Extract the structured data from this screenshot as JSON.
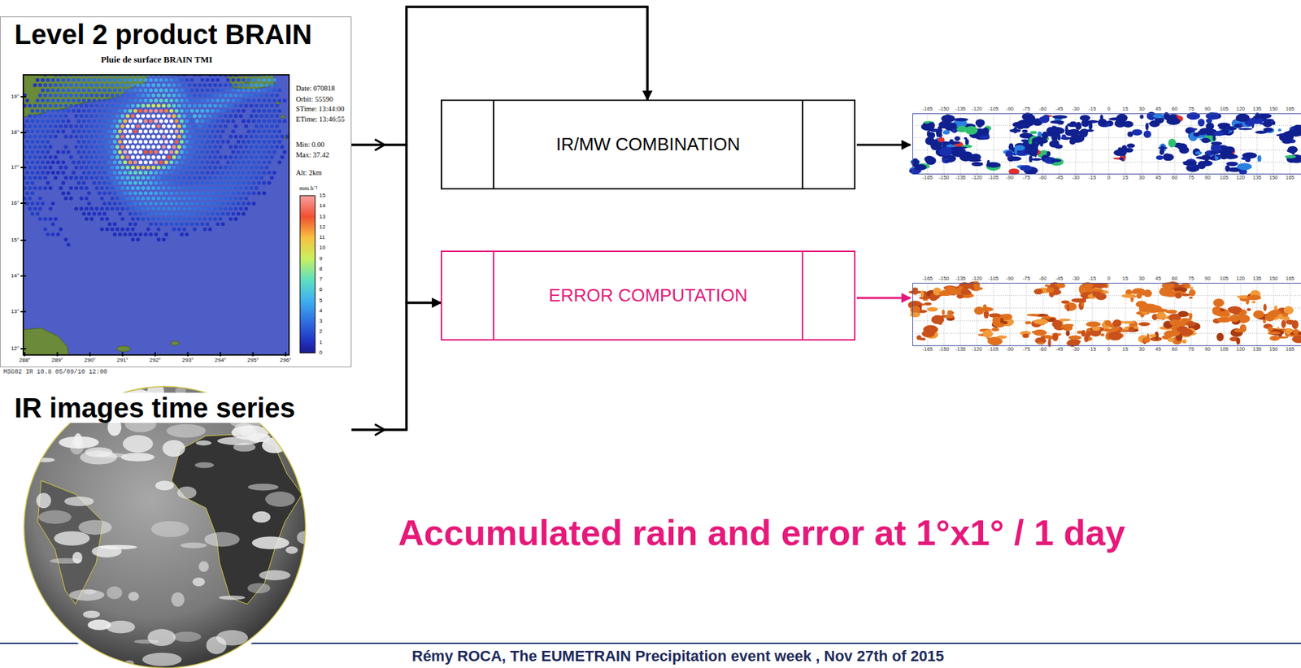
{
  "diagram": {
    "caption": "Accumulated rain and error at 1°x1° / 1 day",
    "nodes": [
      {
        "text": [
          "Level 2 product BRAIN"
        ]
      },
      {
        "text": [
          "IR images time series"
        ]
      },
      {
        "text": [
          "IR/MW COMBINATION"
        ]
      },
      {
        "text": [
          "ERROR COMPUTATION"
        ]
      }
    ],
    "edges": [
      {
        "from": 0,
        "to": 2,
        "arrow": "to"
      },
      {
        "from": 0,
        "to": 3,
        "arrow": "to"
      },
      {
        "from": 1,
        "to": 2,
        "arrow": "to"
      },
      {
        "from": 1,
        "to": 3,
        "arrow": "to"
      }
    ],
    "labels": [
      "Pluie de surface BRAIN TMI",
      "Date: 070818",
      "Orbit: 55590",
      "STime: 13:44:00",
      "ETime: 13:46:55",
      "Min: 0.00",
      "Max: 37.42",
      "Alt: 2km",
      "mm.h⁻¹",
      "15",
      "14",
      "13",
      "12",
      "11",
      "10",
      "9",
      "8",
      "7",
      "6",
      "5",
      "4",
      "3",
      "2",
      "1",
      "0",
      "19°",
      "18°",
      "17°",
      "16°",
      "15°",
      "14°",
      "13°",
      "12°",
      "288°",
      "289°",
      "290°",
      "291°",
      "292°",
      "293°",
      "294°",
      "295°",
      "296°",
      "MSG02 IR 10.8 05/09/10 12:00",
      "-165",
      "-150",
      "-135",
      "-120",
      "-105",
      "-90",
      "-75",
      "-60",
      "-45",
      "-30",
      "-15",
      "0",
      "15",
      "30",
      "45",
      "60",
      "75",
      "90",
      "105",
      "120",
      "135",
      "150",
      "165",
      "-165",
      "-150",
      "-135",
      "-120",
      "-105",
      "-90",
      "-75",
      "-60",
      "-45",
      "-30",
      "-15",
      "0",
      "15",
      "30",
      "45",
      "60",
      "75",
      "90",
      "105",
      "120",
      "135",
      "150",
      "165",
      "-165",
      "-150",
      "-135",
      "-120",
      "-105",
      "-90",
      "-75",
      "-60",
      "-45",
      "-30",
      "-15",
      "0",
      "15",
      "30",
      "45",
      "60",
      "75",
      "90",
      "105",
      "120",
      "135",
      "150",
      "165",
      "-165",
      "-150",
      "-135",
      "-120",
      "-105",
      "-90",
      "-75",
      "-60",
      "-45",
      "-30",
      "-15",
      "0",
      "15",
      "30",
      "45",
      "60",
      "75",
      "90",
      "105",
      "120",
      "135",
      "150",
      "165",
      "Rémy ROCA, The EUMETRAIN Precipitation event week , Nov 27th of 2015"
    ]
  }
}
